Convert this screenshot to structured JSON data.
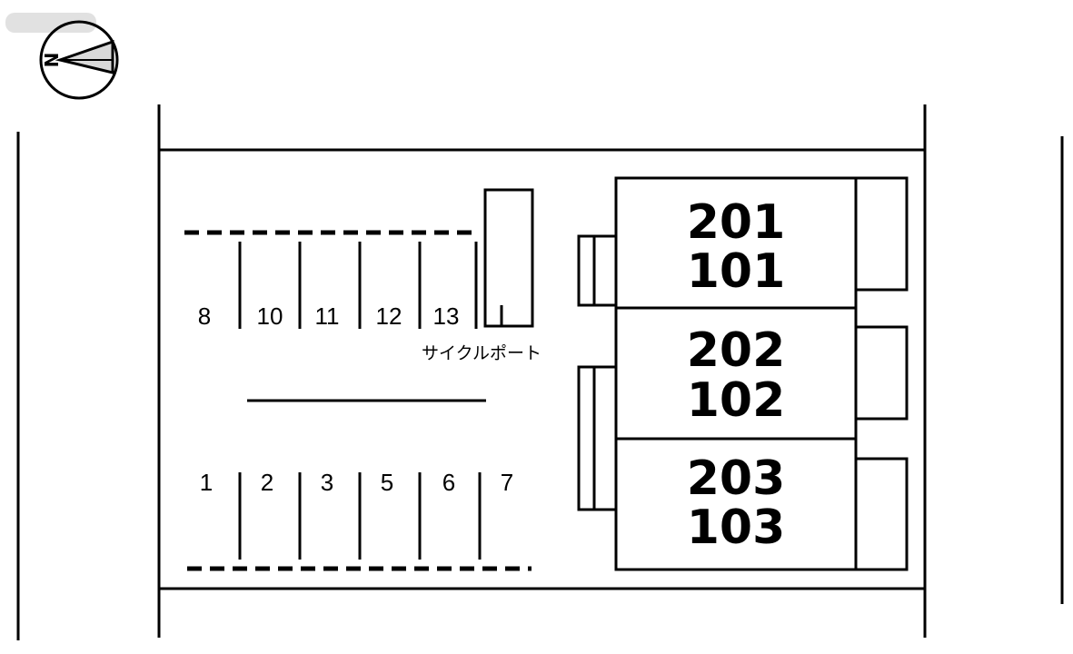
{
  "compass": {
    "north_letter": "N",
    "icon": "north-arrow-icon"
  },
  "parking": {
    "upper_row": [
      "8",
      "10",
      "11",
      "12",
      "13"
    ],
    "lower_row": [
      "1",
      "2",
      "3",
      "5",
      "6",
      "7"
    ]
  },
  "cycle_port": {
    "label": "サイクルポート"
  },
  "units": [
    {
      "upper": "201",
      "lower": "101"
    },
    {
      "upper": "202",
      "lower": "102"
    },
    {
      "upper": "203",
      "lower": "103"
    }
  ],
  "colors": {
    "line": "#000000",
    "background": "#ffffff",
    "compass_fill": "#d9d9d9"
  }
}
